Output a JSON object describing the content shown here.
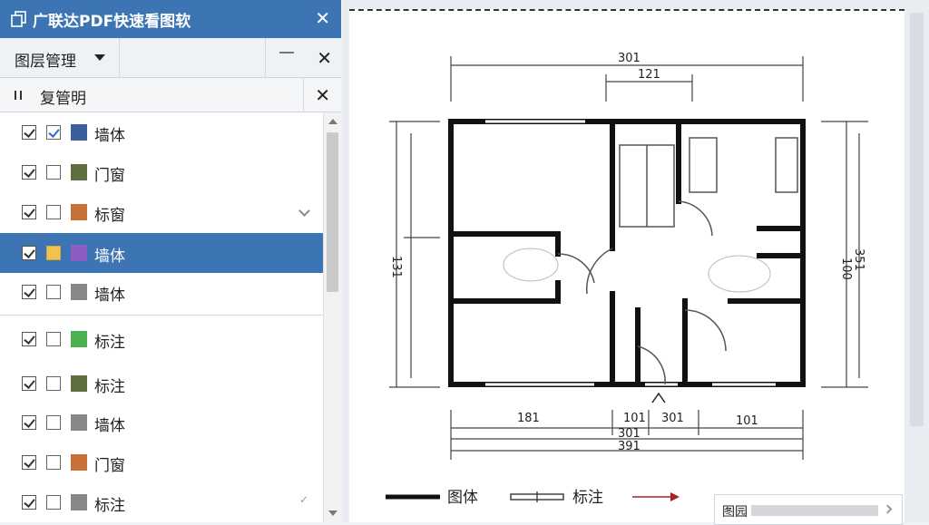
{
  "window": {
    "title": "广联达PDF快速看图软"
  },
  "toolbar": {
    "menu_label": "图层管理"
  },
  "subbar": {
    "label": "复管明"
  },
  "layers": [
    {
      "label": "墙体",
      "color": "#3b5f9a",
      "visible": true,
      "checked2": true
    },
    {
      "label": "门窗",
      "color": "#5e6e3e",
      "visible": true,
      "checked2": false
    },
    {
      "label": "标窗",
      "color": "#c8703a",
      "visible": true,
      "checked2": false
    },
    {
      "label": "墙体",
      "color": "#8b5fc2",
      "visible": true,
      "checked2": false,
      "selected": true
    },
    {
      "label": "墙体",
      "color": "#888888",
      "visible": true,
      "checked2": false
    },
    {
      "label": "标注",
      "color": "#4caf50",
      "visible": true,
      "checked2": false
    },
    {
      "label": "标注",
      "color": "#5e6e3e",
      "visible": true,
      "checked2": false
    },
    {
      "label": "墙体",
      "color": "#888888",
      "visible": true,
      "checked2": false
    },
    {
      "label": "门窗",
      "color": "#c8703a",
      "visible": true,
      "checked2": false
    },
    {
      "label": "标注",
      "color": "#888888",
      "visible": true,
      "checked2": false
    }
  ],
  "drawing": {
    "dims_top": [
      "301",
      "121"
    ],
    "dims_bottom": [
      "181",
      "101",
      "301",
      "101",
      "301",
      "391"
    ],
    "dim_left": "131",
    "dim_right": [
      "100",
      "351"
    ]
  },
  "legend": {
    "wall": "图体",
    "dim": "标注"
  },
  "status": {
    "label": "图园"
  }
}
